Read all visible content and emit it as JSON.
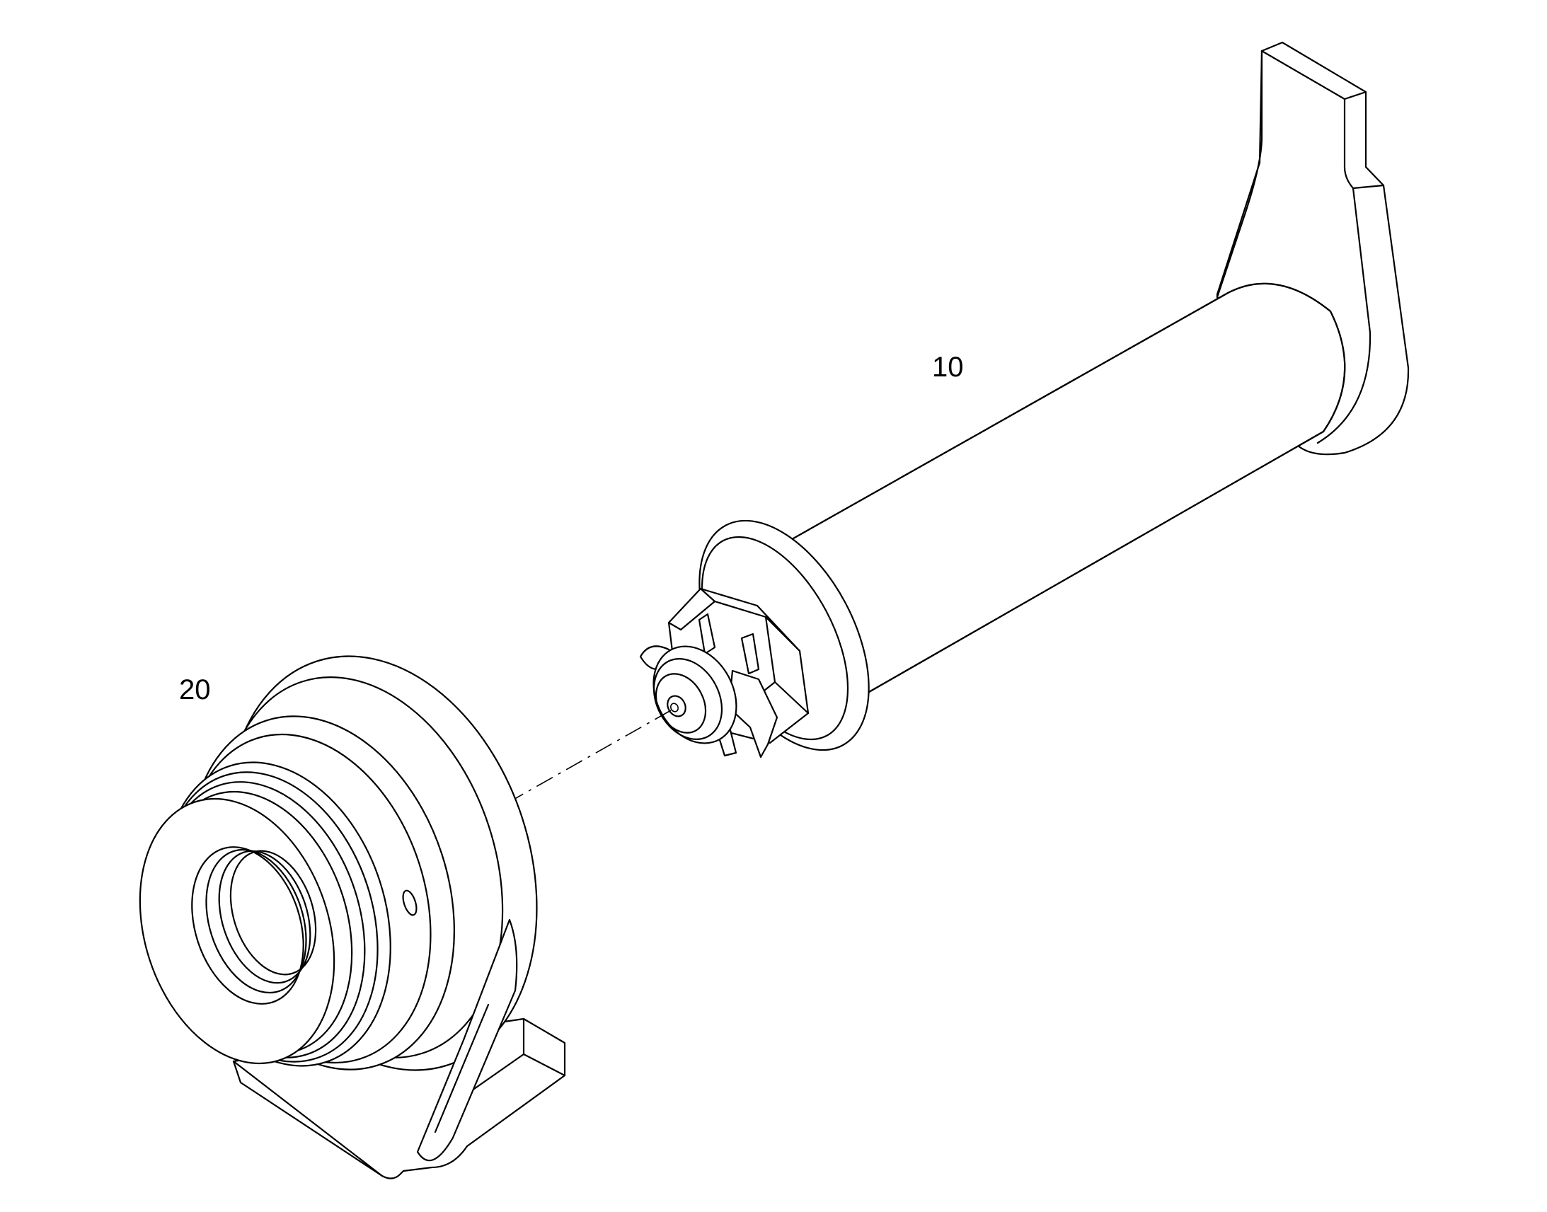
{
  "callouts": [
    {
      "id": "part-10",
      "label": "10"
    },
    {
      "id": "part-20",
      "label": "20"
    }
  ],
  "colors": {
    "line": "#000000",
    "background": "#ffffff"
  }
}
